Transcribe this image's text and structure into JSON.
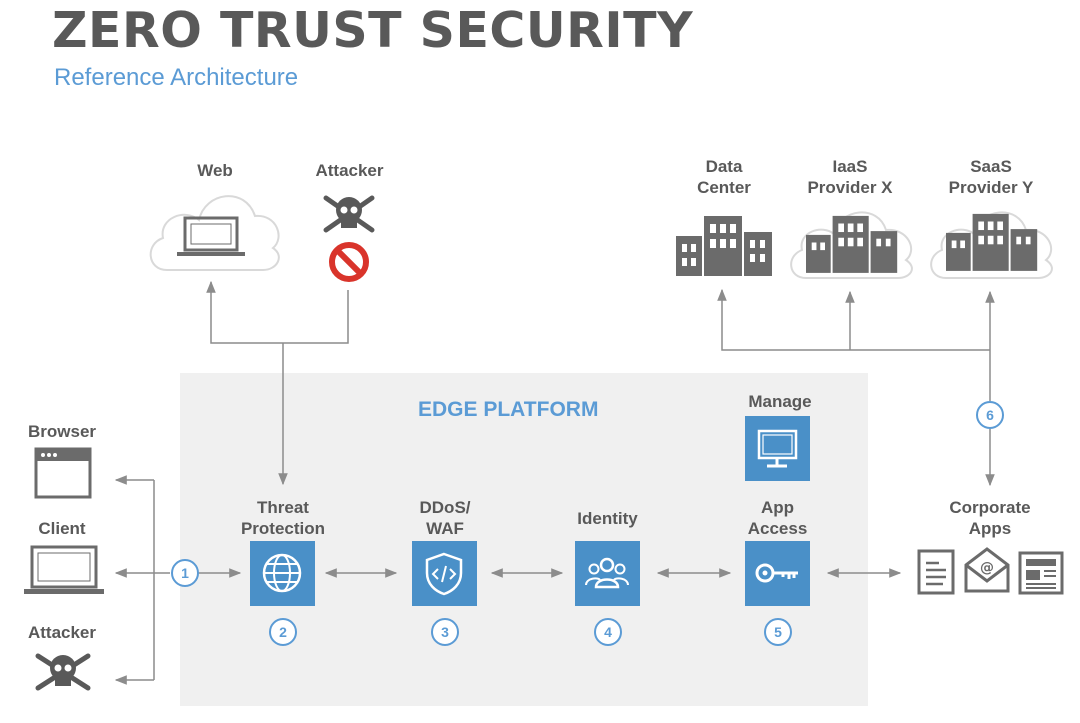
{
  "header": {
    "title": "ZERO TRUST SECURITY",
    "subtitle": "Reference Architecture"
  },
  "platform": {
    "label": "EDGE PLATFORM"
  },
  "top_left": {
    "web": "Web",
    "attacker": "Attacker"
  },
  "top_right": {
    "data_center": [
      "Data",
      "Center"
    ],
    "iaas": [
      "IaaS",
      "Provider X"
    ],
    "saas": [
      "SaaS",
      "Provider Y"
    ]
  },
  "left": {
    "browser": "Browser",
    "client": "Client",
    "attacker": "Attacker"
  },
  "components": {
    "threat": [
      "Threat",
      "Protection"
    ],
    "ddos": [
      "DDoS/",
      "WAF"
    ],
    "identity": "Identity",
    "app_access": [
      "App",
      "Access"
    ],
    "manage": "Manage"
  },
  "right": {
    "corporate_apps": [
      "Corporate",
      "Apps"
    ]
  },
  "steps": [
    "1",
    "2",
    "3",
    "4",
    "5",
    "6"
  ],
  "colors": {
    "accent": "#5b9bd5",
    "box": "#4a90c8",
    "text": "#595959",
    "platform_bg": "#f0f0f0",
    "block": "#d9342b"
  },
  "icons": [
    "laptop-icon",
    "skull-icon",
    "block-icon",
    "building-icon",
    "browser-window-icon",
    "globe-icon",
    "shield-code-icon",
    "users-icon",
    "key-icon",
    "monitor-icon",
    "document-icon",
    "email-icon",
    "newspaper-icon"
  ]
}
